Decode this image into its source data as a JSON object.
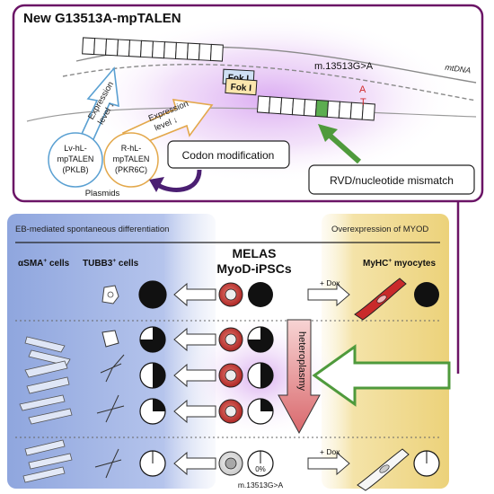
{
  "header": {
    "title": "New G13513A-mpTALEN"
  },
  "top_panel": {
    "foki_top": "Fok I",
    "foki_bottom": "Fok I",
    "mutation_label": "m.13513G>A",
    "mtdna_label": "mtDNA",
    "base_top": "A",
    "base_bottom": "T",
    "expr_left": [
      "Expression",
      "level ↓"
    ],
    "expr_right": [
      "Expression",
      "level ↓"
    ],
    "plasmid_left": [
      "Lv-hL-",
      "mpTALEN",
      "(PKLB)"
    ],
    "plasmid_right": [
      "R-hL-",
      "mpTALEN",
      "(PKR6C)"
    ],
    "plasmids_caption": "Plasmids",
    "codon_box": "Codon modification",
    "mismatch_box": "RVD/nucleotide mismatch"
  },
  "bottom_panel": {
    "left_header": "EB-mediated spontaneous differentiation",
    "right_header": "Overexpression of MYOD",
    "center_title_1": "MELAS",
    "center_title_2": "MyoD-iPSCs",
    "col_asma": "αSMA",
    "col_asma_sup": "+",
    "col_asma_rest": " cells",
    "col_tubb3": "TUBB3",
    "col_tubb3_sup": "+",
    "col_tubb3_rest": " cells",
    "col_myhc": "MyHC",
    "col_myhc_sup": "+",
    "col_myhc_rest": " myocytes",
    "dox_1": "+ Dox",
    "dox_2": "+ Dox",
    "heteroplasmy": "heteroplasmy",
    "zero_pct": "0%",
    "mutation_footer": "m.13513G>A"
  },
  "colors": {
    "frame_purple": "#6b1466",
    "arrow_green": "#4f9a3c",
    "arrow_purple": "#4b1f72",
    "left_panel_blue": "#9fb4e0",
    "right_panel_yellow": "#f0d98a",
    "cell_red": "#cc3a3a",
    "heteroplasmy_arrow": "#e0888a"
  }
}
